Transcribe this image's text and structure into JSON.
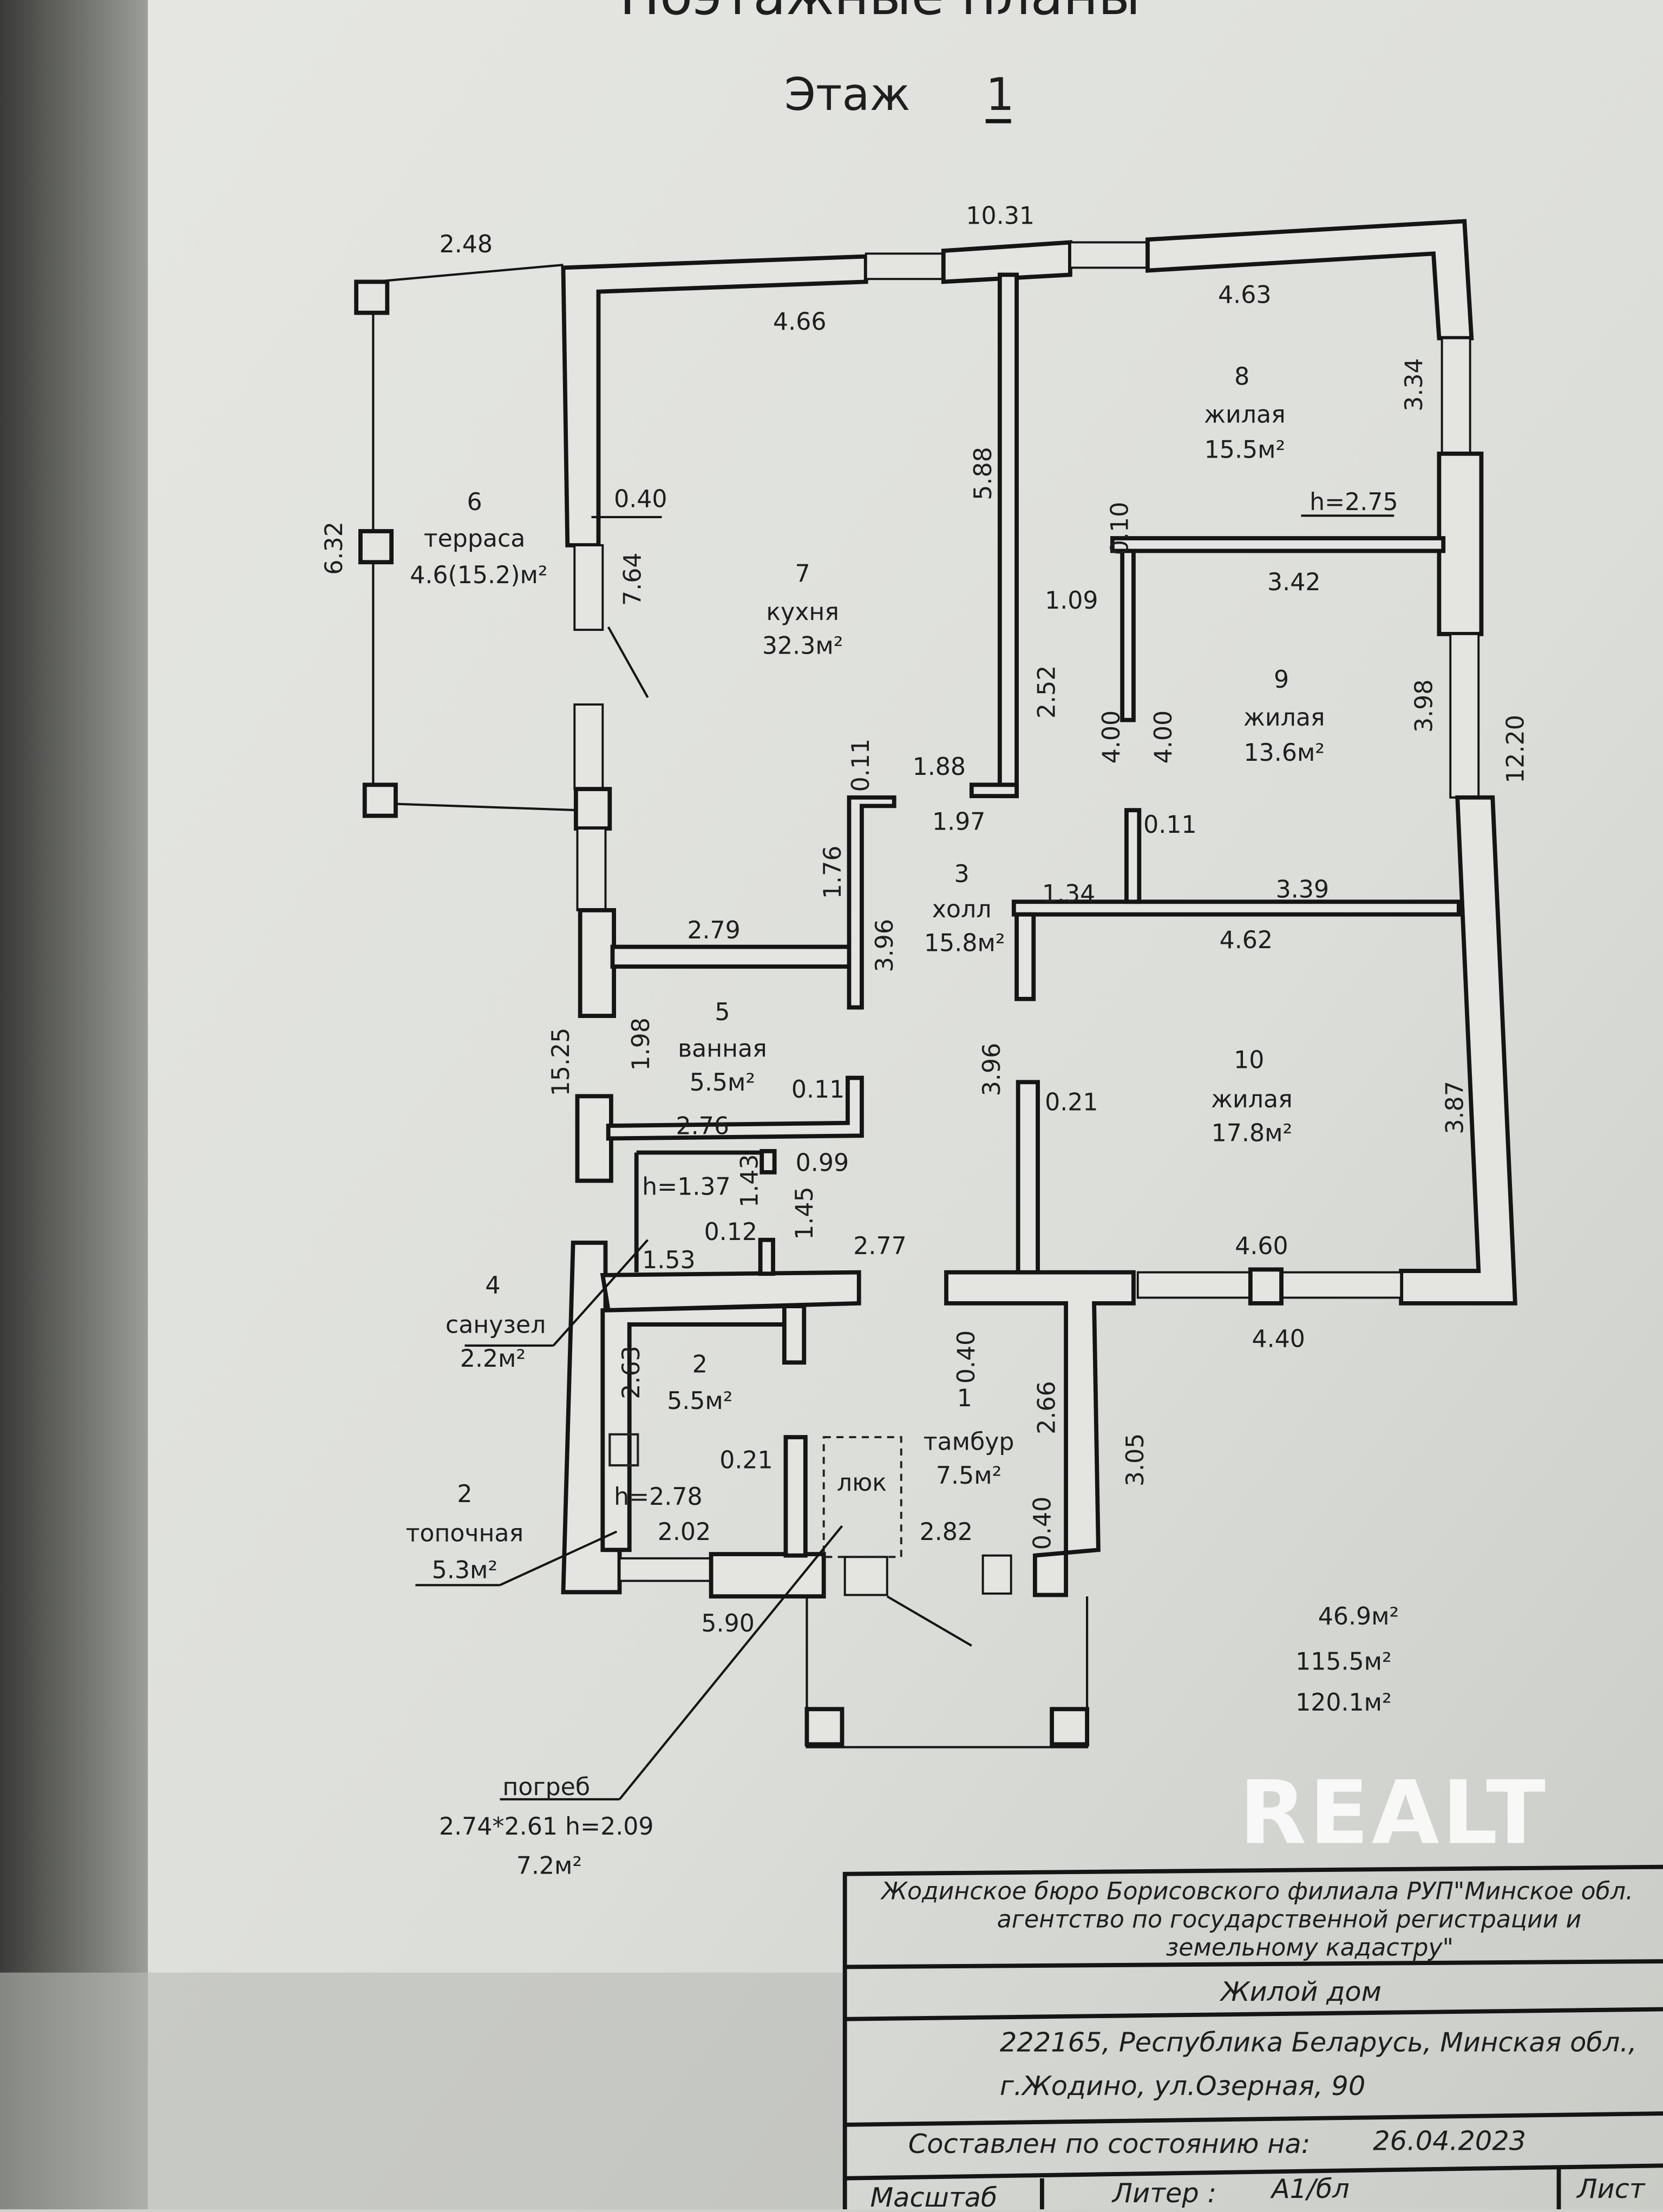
{
  "header": {
    "doc_title": "Поэтажные планы",
    "floor_label": "Этаж",
    "floor_number": "1"
  },
  "rooms": [
    {
      "num": "6",
      "name": "терраса",
      "area": "4.6(15.2)м²"
    },
    {
      "num": "7",
      "name": "кухня",
      "area": "32.3м²"
    },
    {
      "num": "8",
      "name": "жилая",
      "area": "15.5м²"
    },
    {
      "num": "9",
      "name": "жилая",
      "area": "13.6м²"
    },
    {
      "num": "3",
      "name": "холл",
      "area": "15.8м²"
    },
    {
      "num": "5",
      "name": "ванная",
      "area": "5.5м²"
    },
    {
      "num": "10",
      "name": "жилая",
      "area": "17.8м²"
    },
    {
      "num": "4",
      "name": "санузел",
      "area": "2.2м²"
    },
    {
      "num": "2",
      "name": "",
      "area": "5.5м²"
    },
    {
      "num": "2",
      "name": "топочная",
      "area": "5.3м²"
    },
    {
      "num": "1",
      "name": "тамбур",
      "area": "7.5м²"
    }
  ],
  "hatch_label": "люк",
  "cellar": {
    "name": "погреб",
    "dims": "2.74*2.61  h=2.09",
    "area": "7.2м²"
  },
  "dims": [
    "10.31",
    "2.48",
    "4.66",
    "4.63",
    "3.34",
    "0.40",
    "7.64",
    "6.32",
    "5.88",
    "h=2.75",
    "0.10",
    "3.42",
    "1.09",
    "2.52",
    "4.00",
    "4.00",
    "3.98",
    "12.20",
    "0.11",
    "1.88",
    "1.97",
    "0.11",
    "1.76",
    "1.34",
    "3.39",
    "2.79",
    "3.96",
    "4.62",
    "1.98",
    "15.25",
    "0.11",
    "3.96",
    "0.21",
    "3.87",
    "2.76",
    "0.99",
    "h=1.37",
    "1.43",
    "1.45",
    "0.12",
    "2.77",
    "4.60",
    "1.53",
    "4.40",
    "2.63",
    "0.40",
    "2.66",
    "3.05",
    "0.21",
    "h=2.78",
    "2.02",
    "2.82",
    "0.40",
    "5.90"
  ],
  "totals": [
    "46.9м²",
    "115.5м²",
    "120.1м²"
  ],
  "title_block": {
    "org_line1": "Жодинское бюро Борисовского филиала РУП\"Минское обл.",
    "org_line2": "агентство по государственной регистрации и",
    "org_line3": "земельному кадастру\"",
    "object": "Жилой дом",
    "address_line1": "222165, Республика Беларусь, Минская обл.,",
    "address_line2": "г.Жодино, ул.Озерная, 90",
    "as_of_label": "Составлен по состоянию на:",
    "as_of_date": "26.04.2023",
    "scale_label": "Масштаб",
    "liter_label": "Литер :",
    "liter_value": "А1/бл",
    "sheet_label": "Лист"
  },
  "watermark": "REALT"
}
